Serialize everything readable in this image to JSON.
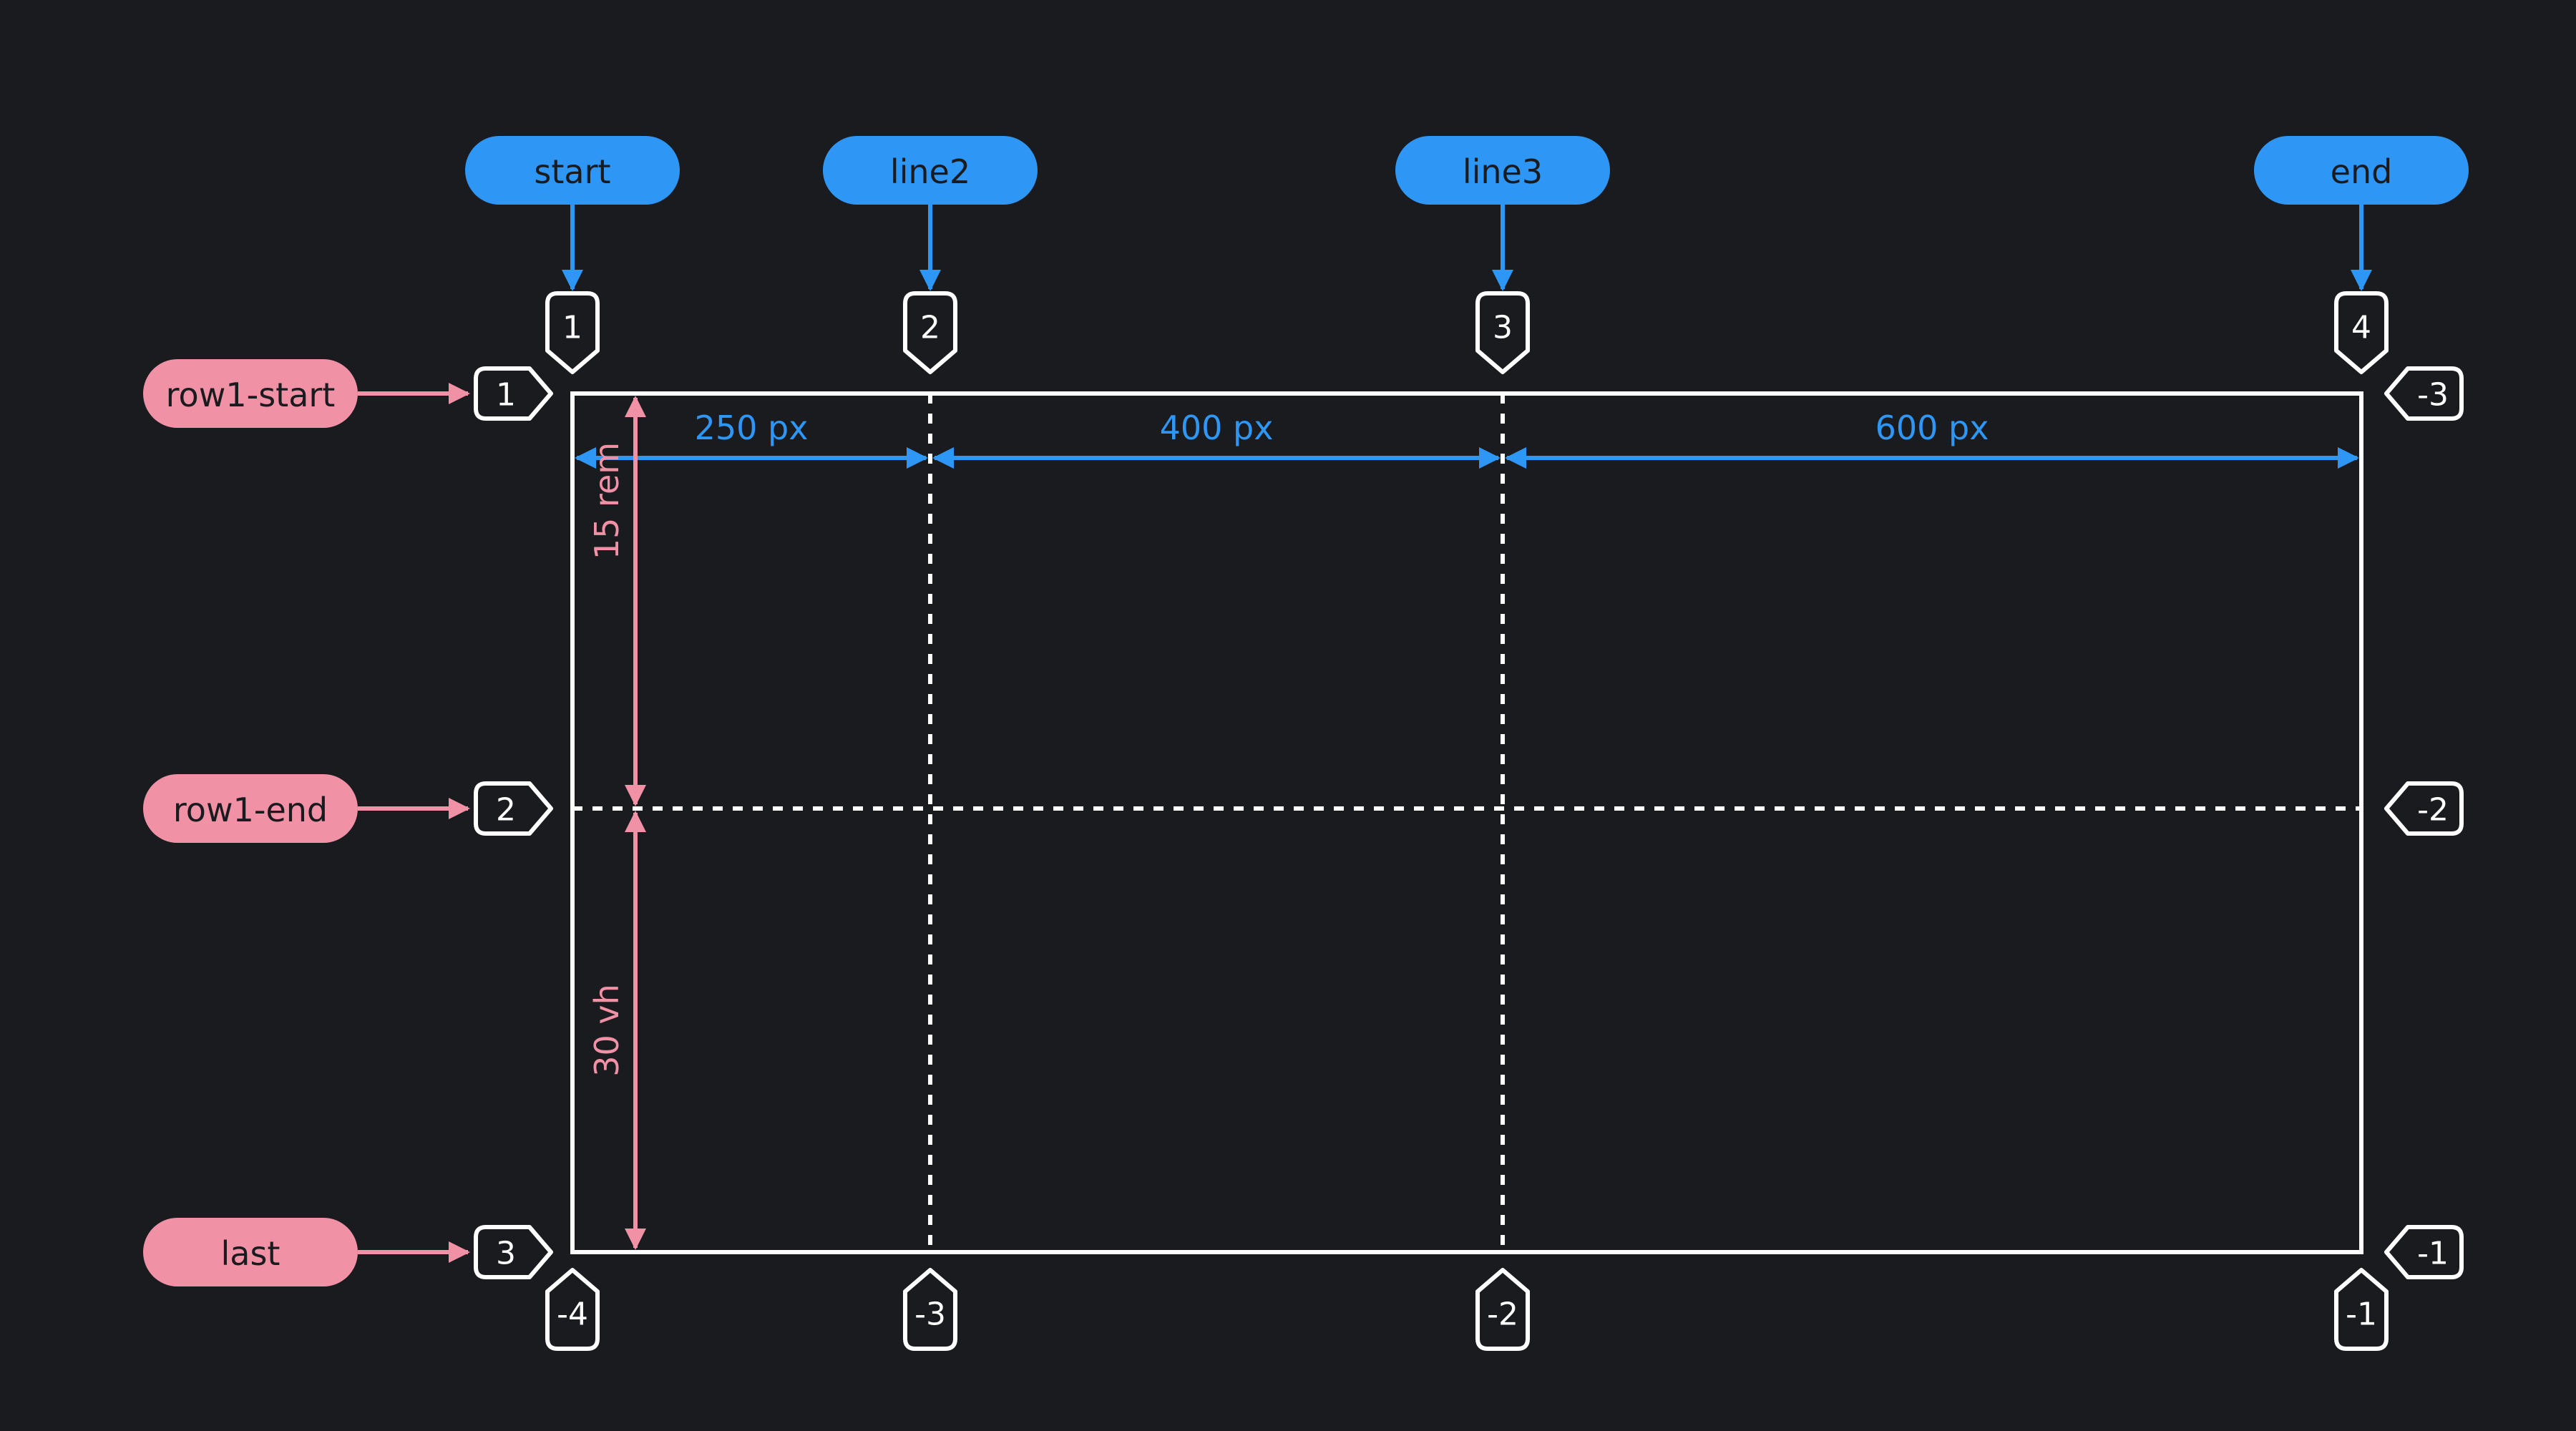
{
  "colors": {
    "background": "#1a1b1f",
    "grid": "#ffffff",
    "column_accent": "#2e96f4",
    "row_accent": "#f191a6",
    "pill_text": "#1a1b1f"
  },
  "column_lines": [
    {
      "name": "start",
      "positive": "1",
      "negative": "-4"
    },
    {
      "name": "line2",
      "positive": "2",
      "negative": "-3"
    },
    {
      "name": "line3",
      "positive": "3",
      "negative": "-2"
    },
    {
      "name": "end",
      "positive": "4",
      "negative": "-1"
    }
  ],
  "row_lines": [
    {
      "name": "row1-start",
      "positive": "1",
      "negative": "-3"
    },
    {
      "name": "row1-end",
      "positive": "2",
      "negative": "-2"
    },
    {
      "name": "last",
      "positive": "3",
      "negative": "-1"
    }
  ],
  "column_sizes": [
    "250 px",
    "400 px",
    "600 px"
  ],
  "row_sizes": [
    "15 rem",
    "30 vh"
  ]
}
